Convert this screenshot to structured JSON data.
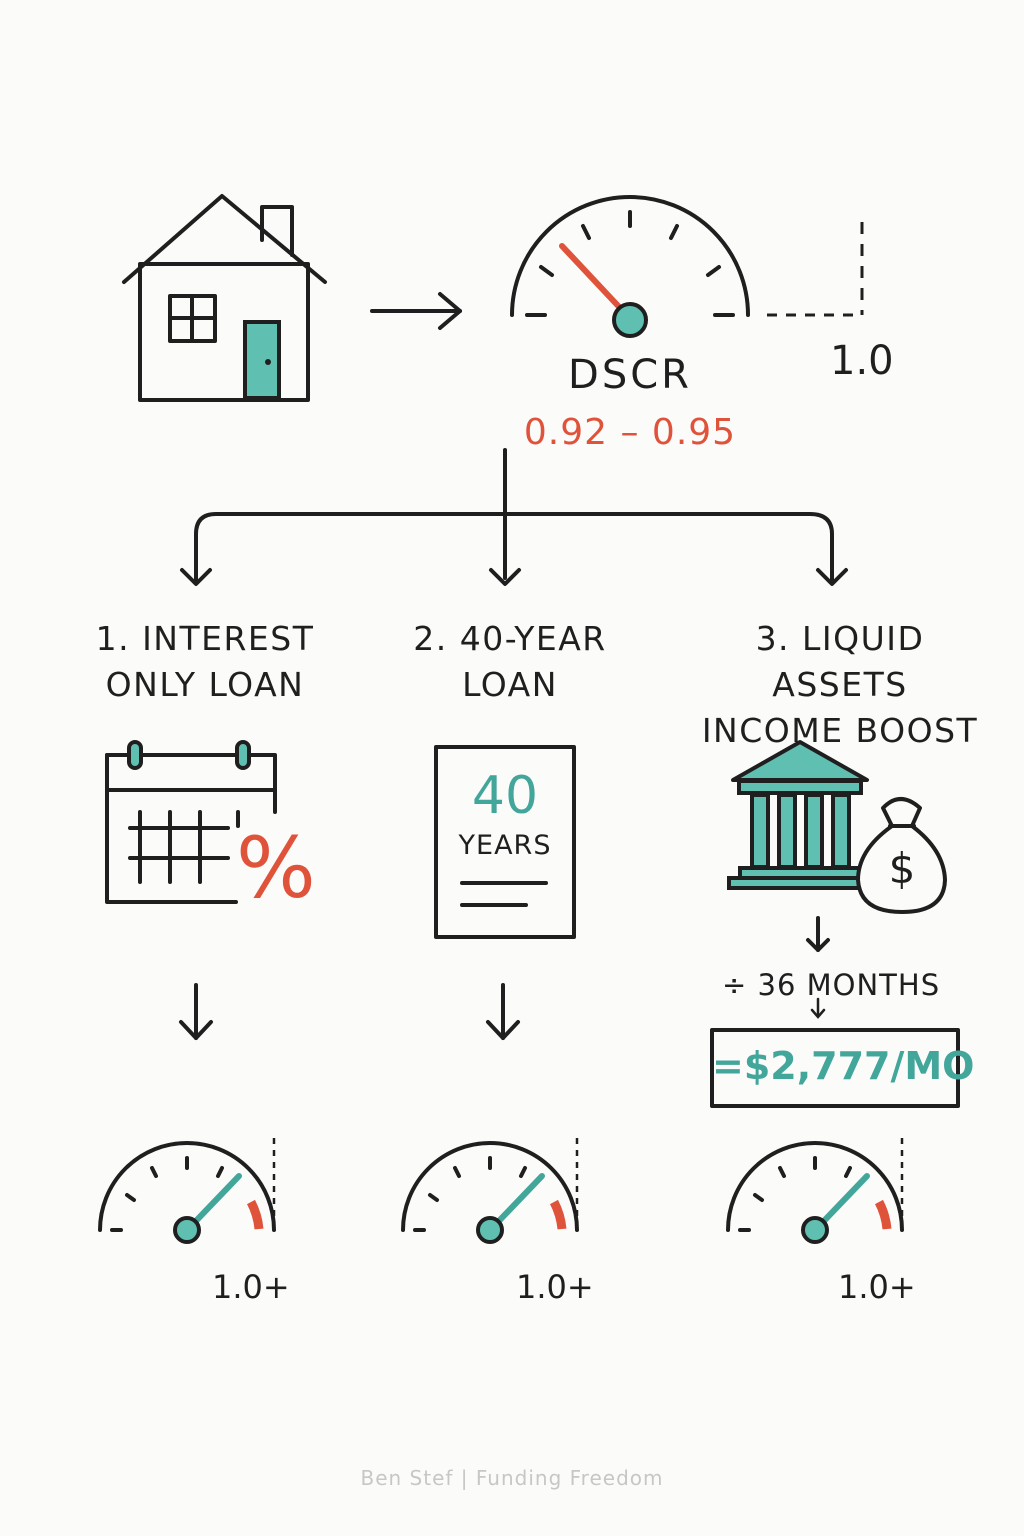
{
  "colors": {
    "teal": "#5fbfb1",
    "teal_dark": "#43a69a",
    "red": "#e0533b",
    "ink": "#1f1f1f"
  },
  "top": {
    "gauge_label": "DSCR",
    "range": "0.92 – 0.95",
    "threshold": "1.0"
  },
  "options": [
    {
      "title_line1": "1. INTEREST",
      "title_line2": "ONLY LOAN",
      "icon": "calendar-percent-icon",
      "result": "1.0+"
    },
    {
      "title_line1": "2. 40-YEAR",
      "title_line2": "LOAN",
      "icon": "document-40-years-icon",
      "doc_number": "40",
      "doc_word": "YEARS",
      "result": "1.0+"
    },
    {
      "title_line1": "3. LIQUID ASSETS",
      "title_line2": "INCOME BOOST",
      "icon": "bank-money-bag-icon",
      "divider_text": "÷ 36 MONTHS",
      "monthly": "=$2,777/MO",
      "result": "1.0+"
    }
  ],
  "percent_symbol": "%",
  "dollar_symbol": "$",
  "footer": "Ben Stef | Funding Freedom"
}
